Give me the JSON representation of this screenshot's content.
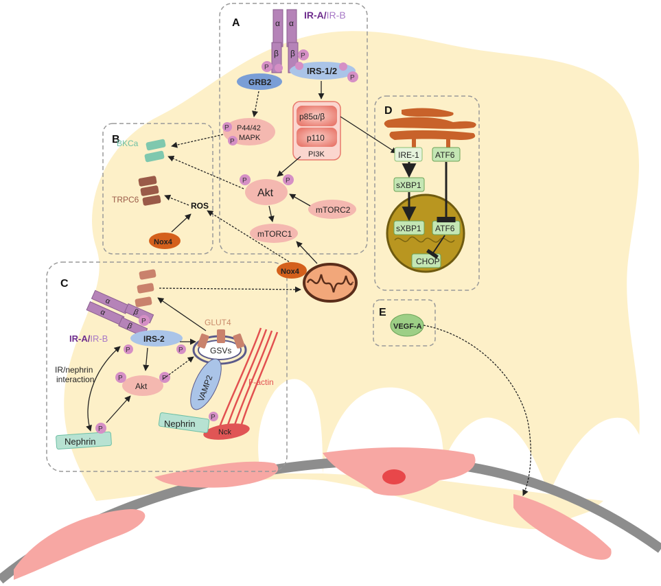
{
  "panels": {
    "a": "A",
    "b": "B",
    "c": "C",
    "d": "D",
    "e": "E"
  },
  "receptor_a": {
    "ir_a": "IR-A",
    "slash": "/",
    "ir_b": "IR-B",
    "alpha": "α",
    "beta": "β",
    "p": "P"
  },
  "panel_a": {
    "irs12": "IRS-1/2",
    "grb2": "GRB2",
    "p44_line1": "P44/42",
    "p44_line2": "MAPK",
    "p85": "p85α/β",
    "p110": "p110",
    "pi3k": "PI3K",
    "akt": "Akt",
    "mtorc2": "mTORC2",
    "mtorc1": "mTORC1"
  },
  "panel_b": {
    "bkca": "BKCa",
    "trpc6": "TRPC6",
    "ros": "ROS",
    "nox4": "Nox4"
  },
  "mito": {
    "nox4": "Nox4"
  },
  "panel_c": {
    "ir_a": "IR-A",
    "slash": "/",
    "ir_b": "IR-B",
    "irs2": "IRS-2",
    "akt": "Akt",
    "glut4": "GLUT4",
    "gsvs": "GSVs",
    "vamp2": "VAMP2",
    "factin": "F-actin",
    "nephrin_left": "Nephrin",
    "nephrin_right": "Nephrin",
    "nck": "Nck",
    "interaction_line1": "IR/nephrin",
    "interaction_line2": "interaction"
  },
  "panel_d": {
    "ire1": "IRE-1",
    "atf6_top": "ATF6",
    "sxbp1_top": "sXBP1",
    "sxbp1_nuc": "sXBP1",
    "atf6_nuc": "ATF6",
    "chop": "CHOP"
  },
  "panel_e": {
    "vegfa": "VEGF-A"
  },
  "colors": {
    "cytoplasm": "#fdf0c8",
    "receptor": "#b583b8",
    "phospho": "#d58fc5",
    "irs": "#aac4e8",
    "grb2": "#7a9ed6",
    "pink_node": "#f4b8b0",
    "pi3k": "#ef8b80",
    "teal": "#7fc8ae",
    "brown": "#9a5a48",
    "nox4": "#d4601c",
    "mito": "#f2a77a",
    "er": "#c8622a",
    "nucleus": "#b99620",
    "green_box": "#c4e6b4",
    "vessel": "#f7a7a3",
    "gbm": "#8d8d8d",
    "purple_text": "#6d2c8c",
    "light_purple_text": "#a778c6"
  }
}
